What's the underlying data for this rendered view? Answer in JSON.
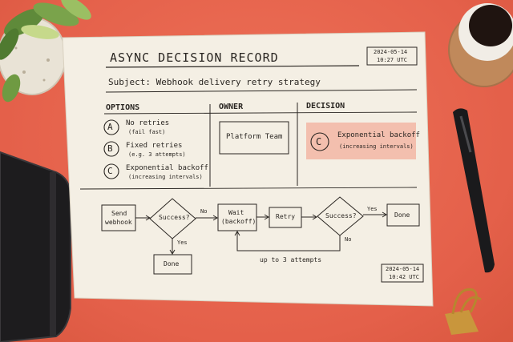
{
  "record": {
    "title": "ASYNC DECISION RECORD",
    "timestamp_top": {
      "date": "2024-05-14",
      "time": "10:27 UTC"
    },
    "subject": "Subject: Webhook delivery retry strategy",
    "sections": {
      "options_header": "OPTIONS",
      "owner_header": "OWNER",
      "decision_header": "DECISION"
    },
    "options": [
      {
        "letter": "A",
        "label": "No retries",
        "note": "(fail fast)"
      },
      {
        "letter": "B",
        "label": "Fixed retries",
        "note": "(e.g. 3 attempts)"
      },
      {
        "letter": "C",
        "label": "Exponential backoff",
        "note": "(increasing intervals)"
      }
    ],
    "owner": "Platform Team",
    "decision": {
      "letter": "C",
      "label": "Exponential backoff",
      "note": "(increasing intervals)"
    },
    "flow": {
      "send": [
        "Send",
        "webhook"
      ],
      "success1": "Success?",
      "no1": "No",
      "yes1": "Yes",
      "wait": [
        "Wait",
        "(backoff)"
      ],
      "retry": "Retry",
      "success2": "Success?",
      "yes2": "Yes",
      "no2": "No",
      "done1": "Done",
      "done2": "Done",
      "loop_note": "up to 3 attempts"
    },
    "timestamp_bottom": {
      "date": "2024-05-14",
      "time": "10:42 UTC"
    }
  },
  "colors": {
    "background": "#e8664e",
    "paper": "#f4efe4",
    "decision_highlight": "#f3bfae",
    "ink": "#2a2622"
  }
}
